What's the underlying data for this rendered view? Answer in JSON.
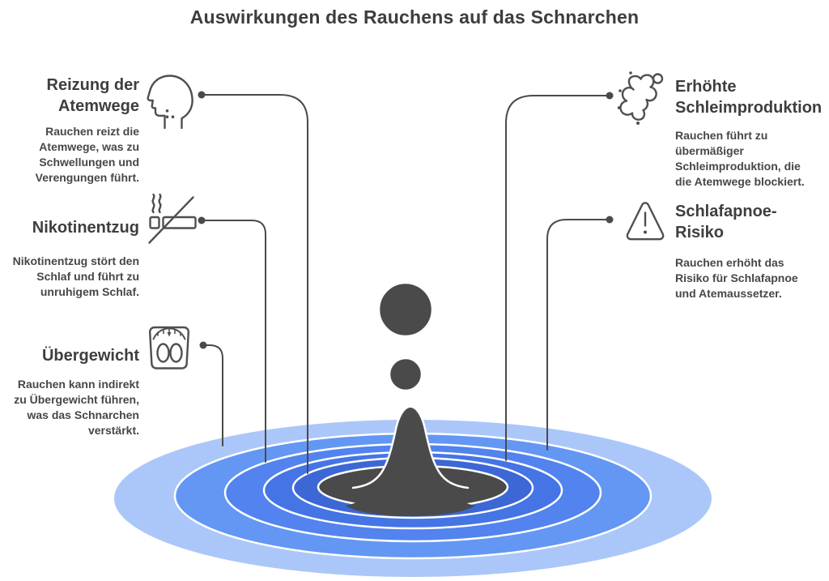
{
  "title": "Auswirkungen des Rauchens auf das Schnarchen",
  "items": [
    {
      "id": "reizung-der-atemwege",
      "side": "left",
      "icon": "head-breath-icon",
      "heading": "Reizung der\nAtemwege",
      "body": "Rauchen reizt die\nAtemwege, was zu\nSchwellungen und\nVerengungen führt."
    },
    {
      "id": "nikotinentzug",
      "side": "left",
      "icon": "no-smoking-icon",
      "heading": "Nikotinentzug",
      "body": "Nikotinentzug stört den\nSchlaf und führt zu\nunruhigem Schlaf."
    },
    {
      "id": "uebergewicht",
      "side": "left",
      "icon": "weight-scale-icon",
      "heading": "Übergewicht",
      "body": "Rauchen kann indirekt\nzu Übergewicht führen,\nwas das Schnarchen\nverstärkt."
    },
    {
      "id": "erhoehte-schleimproduktion",
      "side": "right",
      "icon": "mucus-splat-icon",
      "heading": "Erhöhte\nSchleimproduktion",
      "body": "Rauchen führt zu\nübermäßiger\nSchleimproduktion, die\ndie Atemwege blockiert."
    },
    {
      "id": "schlafapnoe-risiko",
      "side": "right",
      "icon": "warning-triangle-icon",
      "heading": "Schlafapnoe-\nRisiko",
      "body": "Rauchen erhöht das\nRisiko für Schlafapnoe\nund Atemaussetzer."
    }
  ],
  "colors": {
    "heading_ink": "#3e3e3e",
    "body_ink": "#474747",
    "line": "#4a4a4a",
    "droplet": "#4a4a4a",
    "ripples": [
      "#abc7f9",
      "#6397f3",
      "#5283ee",
      "#4574e5",
      "#3c67d5"
    ]
  }
}
